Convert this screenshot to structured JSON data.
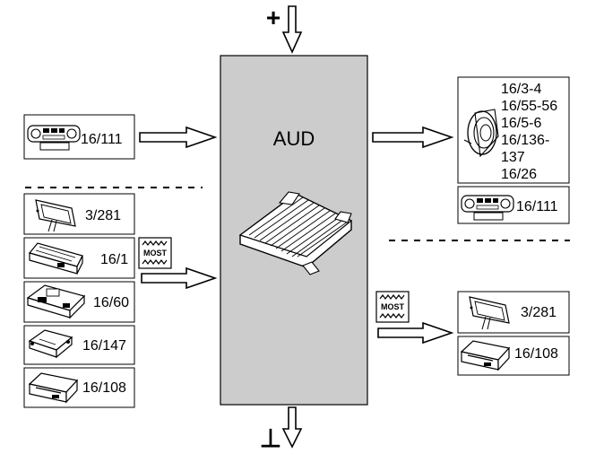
{
  "central_unit": {
    "label": "AUD",
    "fill": "#cccccc"
  },
  "power": {
    "plus": "+",
    "ground": "⊥"
  },
  "bus_tags": {
    "most": "MOST"
  },
  "inputs": {
    "power_group": [
      {
        "code": "16/111",
        "icon": "climate-panel-icon"
      }
    ],
    "most_group": [
      {
        "code": "3/281",
        "icon": "display-screen-icon"
      },
      {
        "code": "16/1",
        "icon": "radio-unit-icon"
      },
      {
        "code": "16/60",
        "icon": "navigation-unit-icon"
      },
      {
        "code": "16/147",
        "icon": "control-module-icon"
      },
      {
        "code": "16/108",
        "icon": "media-player-icon"
      }
    ]
  },
  "outputs": {
    "speaker_group": {
      "codes": [
        "16/3-4",
        "16/55-56",
        "16/5-6",
        "16/136-",
        "137",
        "16/26"
      ],
      "icon": "speaker-icon"
    },
    "panel_group": [
      {
        "code": "16/111",
        "icon": "climate-panel-icon"
      }
    ],
    "most_group": [
      {
        "code": "3/281",
        "icon": "display-screen-icon"
      },
      {
        "code": "16/108",
        "icon": "media-player-icon"
      }
    ]
  }
}
